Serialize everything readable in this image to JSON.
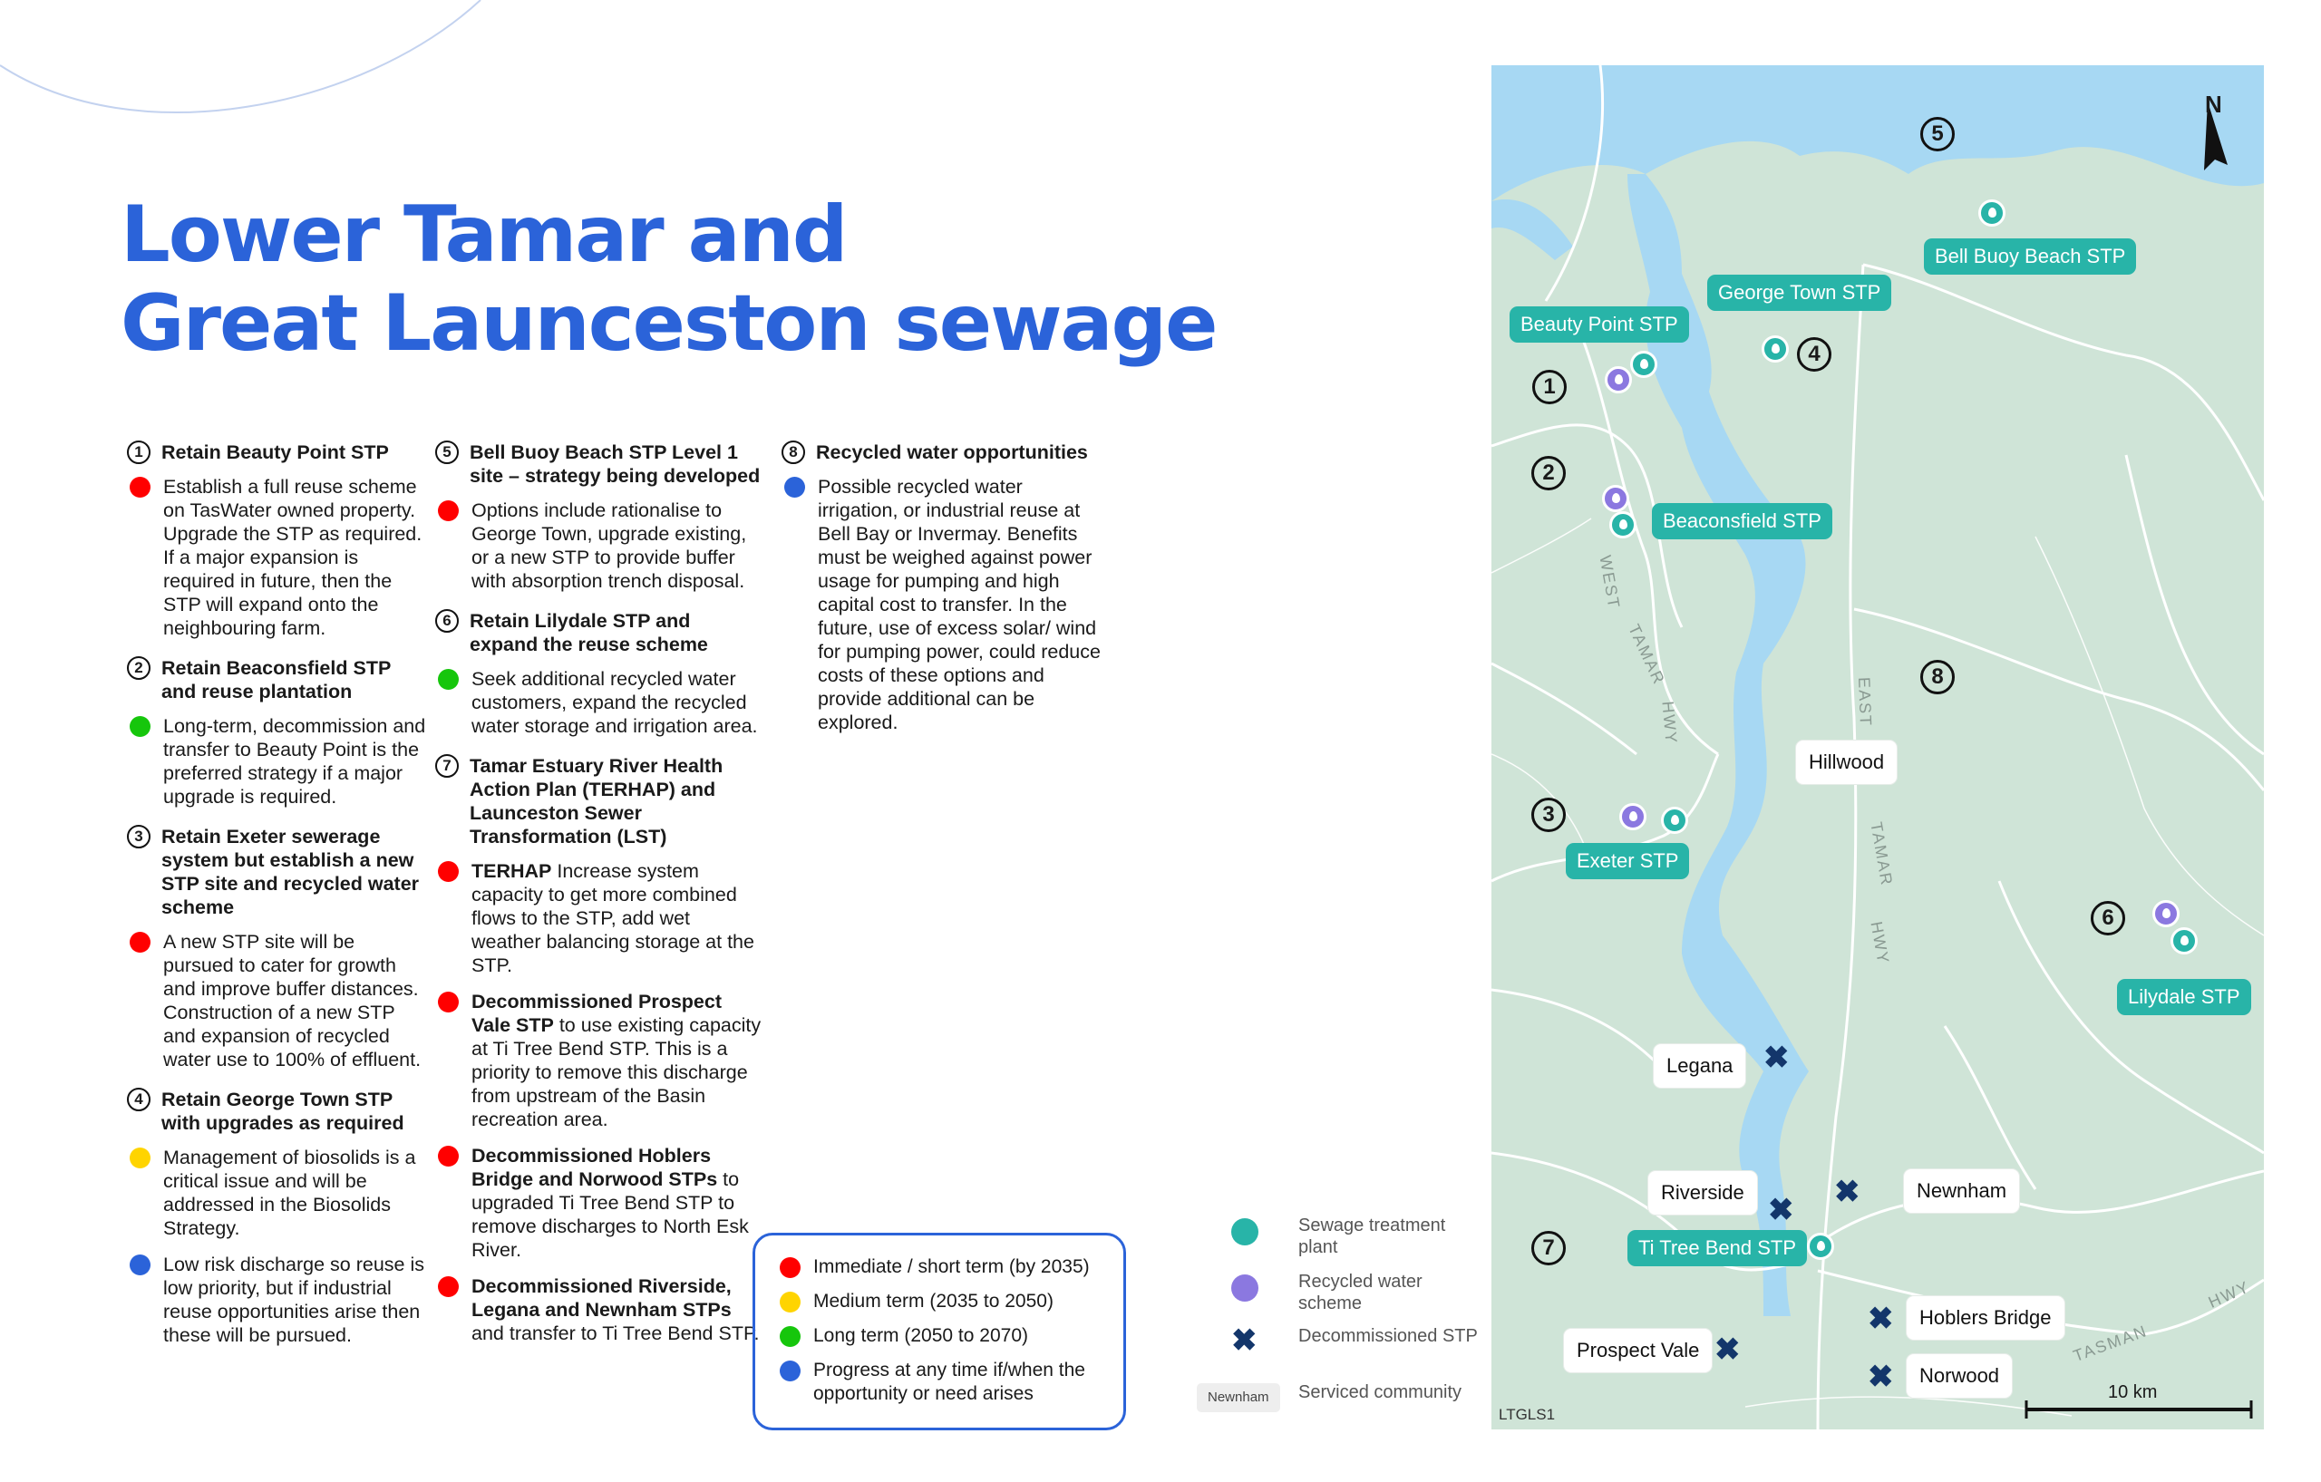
{
  "title": [
    "Lower Tamar and",
    "Great Launceston sewage"
  ],
  "colors": {
    "accent": "#2b63d9",
    "stp": "#28b4a8",
    "recycled": "#8b78e0",
    "immediate": "#ff0000",
    "medium": "#ffd400",
    "long": "#16c60c",
    "progress": "#2b63d9",
    "water": "#a7d8f3",
    "land": "#cfe4d7"
  },
  "col1": {
    "s1": {
      "num": "1",
      "title": "Retain Beauty Point STP",
      "items": [
        {
          "color": "red",
          "text": "Establish a full reuse scheme on TasWater owned property. Upgrade the STP as required. If a major expansion is required in future, then the STP will expand onto the neighbouring farm."
        }
      ]
    },
    "s2": {
      "num": "2",
      "title": "Retain Beaconsfield STP and reuse plantation",
      "items": [
        {
          "color": "green",
          "text": "Long-term, decommission and transfer to Beauty Point is the preferred strategy if a major upgrade is required."
        }
      ]
    },
    "s3": {
      "num": "3",
      "title": "Retain Exeter sewerage system but establish a new STP site and recycled water scheme",
      "items": [
        {
          "color": "red",
          "text": "A new STP site will be pursued to cater for growth and improve buffer distances. Construction of a new STP and expansion of recycled water use to 100% of effluent."
        }
      ]
    },
    "s4": {
      "num": "4",
      "title": "Retain George Town STP with upgrades as required",
      "items": [
        {
          "color": "yellow",
          "text": "Management of biosolids is a critical issue and will be addressed in the Biosolids Strategy."
        },
        {
          "color": "blue",
          "text": "Low risk discharge so reuse is low priority, but if industrial reuse opportunities arise then these will be pursued."
        }
      ]
    }
  },
  "col2": {
    "s5": {
      "num": "5",
      "title": "Bell Buoy Beach STP Level 1 site – strategy being developed",
      "items": [
        {
          "color": "red",
          "text": "Options include rationalise to George Town, upgrade existing, or a new STP to provide buffer with absorption trench disposal."
        }
      ]
    },
    "s6": {
      "num": "6",
      "title": "Retain Lilydale STP and expand the reuse scheme",
      "items": [
        {
          "color": "green",
          "text": "Seek additional recycled water customers, expand the recycled water storage and irrigation area."
        }
      ]
    },
    "s7": {
      "num": "7",
      "title": "Tamar Estuary River Health Action Plan (TERHAP) and Launceston Sewer Transformation (LST)",
      "items": [
        {
          "color": "red",
          "bold": "TERHAP",
          "text": " Increase system capacity to get more combined flows to the STP, add wet weather balancing storage at the STP."
        },
        {
          "color": "red",
          "bold": "Decommissioned Prospect Vale STP",
          "text": " to use existing capacity at Ti Tree Bend STP. This is a priority to remove this discharge from upstream of the Basin recreation area."
        },
        {
          "color": "red",
          "bold": "Decommissioned Hoblers Bridge and Norwood STPs",
          "text": " to upgraded Ti Tree Bend STP to remove discharges to North Esk River."
        },
        {
          "color": "red",
          "bold": "Decommissioned Riverside, Legana and Newnham STPs",
          "text": " and transfer to Ti Tree Bend STP."
        }
      ]
    }
  },
  "col3": {
    "s8": {
      "num": "8",
      "title": "Recycled water opportunities",
      "items": [
        {
          "color": "blue",
          "text": "Possible recycled water irrigation, or industrial reuse at Bell Bay or Invermay. Benefits must be weighed against power usage for pumping and high capital cost to transfer. In the future, use of excess solar/ wind for pumping power, could reduce costs of these options and provide additional can be explored."
        }
      ]
    }
  },
  "timeframe_legend": [
    {
      "color": "red",
      "text": "Immediate / short term (by 2035)"
    },
    {
      "color": "yellow",
      "text": "Medium term (2035 to 2050)"
    },
    {
      "color": "green",
      "text": "Long term (2050 to 2070)"
    },
    {
      "color": "blue",
      "text": "Progress at any time if/when the opportunity or need arises"
    }
  ],
  "map_legend": {
    "stp": "Sewage treatment plant",
    "recycled": "Recycled water scheme",
    "decommissioned": "Decommissioned STP",
    "community_sample": "Newnham",
    "community": "Serviced community"
  },
  "map": {
    "north": "N",
    "stp_labels": {
      "beauty": "Beauty Point STP",
      "george": "George Town STP",
      "bellbuoy": "Bell Buoy Beach STP",
      "beaconsfield": "Beaconsfield STP",
      "exeter": "Exeter STP",
      "lilydale": "Lilydale STP",
      "titree": "Ti Tree Bend STP"
    },
    "communities": {
      "hillwood": "Hillwood",
      "legana": "Legana",
      "riverside": "Riverside",
      "newnham": "Newnham",
      "hoblers": "Hoblers Bridge",
      "prospect": "Prospect Vale",
      "norwood": "Norwood"
    },
    "roads": {
      "west": "WEST",
      "tamar1": "TAMAR",
      "hwy1": "HWY",
      "east": "EAST",
      "tamar2": "TAMAR",
      "hwy2": "HWY",
      "tasman": "TASMAN",
      "hwy3": "HWY"
    },
    "numbers": [
      "1",
      "2",
      "3",
      "4",
      "5",
      "6",
      "7",
      "8"
    ],
    "scale": "10 km",
    "code": "LTGLS1"
  }
}
